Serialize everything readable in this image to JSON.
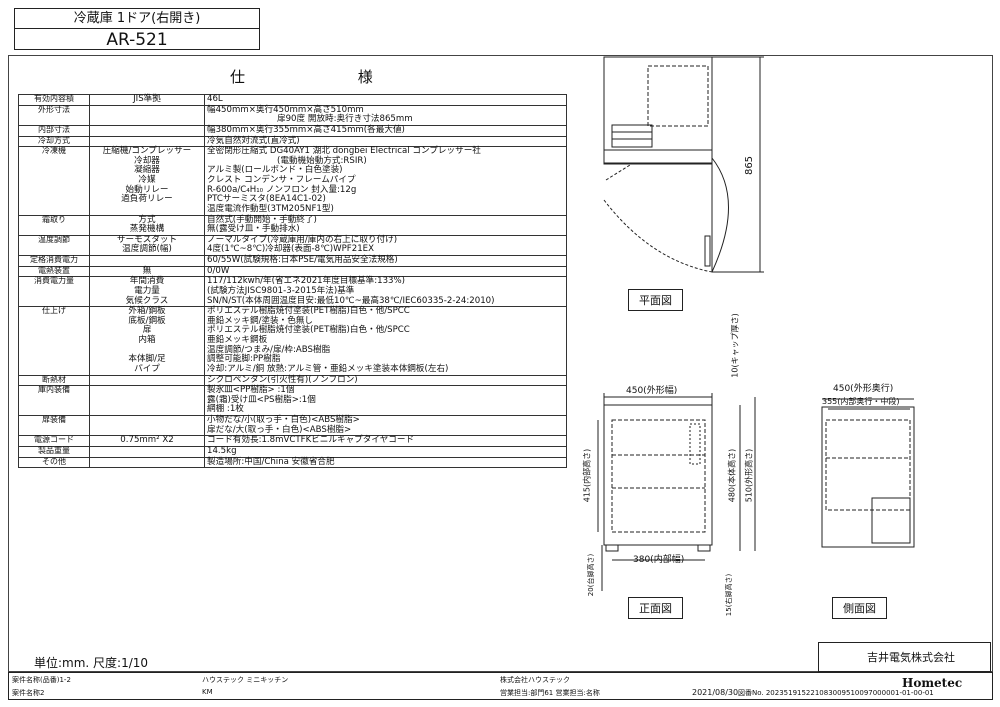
{
  "header": {
    "category": "冷蔵庫 1ドア(右開き)",
    "model": "AR-521",
    "spec_title": "仕 様"
  },
  "spec": [
    {
      "label": "有効内容積",
      "sub": "JIS準拠",
      "lines": [
        "46L"
      ]
    },
    {
      "label": "外形寸法",
      "sub": "",
      "lines": [
        "幅450mm×奥行450mm×高さ510mm",
        "扉90度 開放時:奥行き寸法865mm"
      ]
    },
    {
      "label": "内部寸法",
      "sub": "",
      "lines": [
        "幅380mm×奥行355mm×高さ415mm(各最大値)"
      ]
    },
    {
      "label": "冷却方式",
      "sub": "",
      "lines": [
        "冷気自然対流式(直冷式)"
      ]
    },
    {
      "label": "冷凍機",
      "sub": "圧縮機/コンプレッサー",
      "lines": [
        "全密閉形圧縮式 DG40AY1 湖北 dongbei Electrical コンプレッサー社",
        "(電動機始動方式:RSIR)"
      ],
      "rows": [
        [
          "冷却器",
          "アルミ製(ロールボンド・白色塗装)"
        ],
        [
          "凝縮器",
          "クレスト コンデンサ・フレームパイプ"
        ],
        [
          "冷媒",
          "R-600a/C₄H₁₀ ノンフロン 封入量:12g"
        ],
        [
          "始動リレー",
          "PTCサーミスタ(8EA14C1-02)"
        ],
        [
          "過負荷リレー",
          "温度電流作動型(3TM205NF1型)"
        ]
      ]
    },
    {
      "label": "霜取り",
      "sub": "方式",
      "lines": [
        "自然式(手動開始・手動終了)"
      ],
      "rows": [
        [
          "蒸発機構",
          "無(露受け皿・手動排水)"
        ]
      ]
    },
    {
      "label": "温度調節",
      "sub": "サーモスタット",
      "lines": [
        "ノーマルタイプ(冷蔵庫用/庫内の右上に取り付け)"
      ],
      "rows": [
        [
          "温度調節(幅)",
          "4度(1℃~8℃)冷却器(表面-8℃)WPF21EX"
        ]
      ]
    },
    {
      "label": "定格消費電力",
      "sub": "",
      "lines": [
        "60/55W(試験規格:日本PSE/電気用品安全法規格)"
      ]
    },
    {
      "label": "電熱装置",
      "sub": "無",
      "lines": [
        "0/0W"
      ]
    },
    {
      "label": "消費電力量",
      "sub": "年間消費",
      "lines": [
        "117/112kwh/年(省エネ2021年度目標基準:133%)"
      ],
      "rows": [
        [
          "電力量",
          "(試験方法JISC9801-3-2015年法)基準"
        ],
        [
          "気候クラス",
          "SN/N/ST(本体周囲温度目安:最低10℃~最高38℃/IEC60335-2-24:2010)"
        ]
      ]
    },
    {
      "label": "仕上げ",
      "sub": "外箱/鋼板",
      "lines": [
        "ポリエステル樹脂焼付塗装(PET樹脂)白色・他/SPCC"
      ],
      "rows": [
        [
          "底板/鋼板",
          "亜鉛メッキ鋼/塗装・色無し"
        ],
        [
          "扉",
          "ポリエステル樹脂焼付塗装(PET樹脂)白色・他/SPCC"
        ],
        [
          "内箱",
          "亜鉛メッキ鋼板"
        ],
        [
          "",
          "温度調節/つまみ/扉/枠:ABS樹脂"
        ],
        [
          "本体脚/足",
          "調整可能脚:PP樹脂"
        ],
        [
          "パイプ",
          "冷却:アルミ/銅 放熱:アルミ管・亜鉛メッキ塗装本体鋼板(左右)"
        ]
      ]
    },
    {
      "label": "断熱材",
      "sub": "",
      "lines": [
        "シクロペンタン(引火性有)(ノンフロン)"
      ]
    },
    {
      "label": "庫内装備",
      "sub": "",
      "lines": [
        "製氷皿<PP樹脂> :1個"
      ],
      "rows": [
        [
          "",
          "露(霜)受け皿<PS樹脂>:1個"
        ],
        [
          "",
          "網棚 :1枚"
        ]
      ]
    },
    {
      "label": "扉装備",
      "sub": "",
      "lines": [
        "小物だな/小(取っ手・白色)<ABS樹脂>"
      ],
      "rows": [
        [
          "",
          "扉だな/大(取っ手・白色)<ABS樹脂>"
        ]
      ]
    },
    {
      "label": "電源コード",
      "sub": "0.75mm² X2",
      "lines": [
        "コード有効長:1.8mVCTFKビニルキャプタイヤコード"
      ]
    },
    {
      "label": "製品重量",
      "sub": "",
      "lines": [
        "14.5kg"
      ]
    },
    {
      "label": "その他",
      "sub": "",
      "lines": [
        "製造場所:中国/China 安徽省合肥"
      ]
    }
  ],
  "scale": "単位:mm. 尺度:1/10",
  "views": {
    "plan": "平面図",
    "front": "正面図",
    "side": "側面図"
  },
  "dims": {
    "depth_open": "865",
    "front_width": "450(外形幅)",
    "front_height_inner": "415(内部高さ)",
    "front_cap": "10(キャップ厚さ)",
    "front_480": "480(本体高さ)",
    "front_510": "510(外形高さ)",
    "front_inner_w": "380(内部幅)",
    "front_20": "20(台脚高さ)",
    "front_15": "15(右脚高さ)",
    "side_outer": "450(外形奥行)",
    "side_inner": "355(内部奥行・中段)"
  },
  "company": "吉井電気株式会社",
  "brand": "Hometec",
  "footer": {
    "left1": "案件名称(品番)1-2",
    "left2": "案件名称2",
    "mid1": "ハウステック ミニキッチン",
    "mid2": "KM",
    "r1": "株式会社ハウステック",
    "r2": "営業担当:部門61 営業担当:名称",
    "date": "2021/08/30",
    "docno": "図番No. 202351915221083009510097000001-01-00-01"
  }
}
